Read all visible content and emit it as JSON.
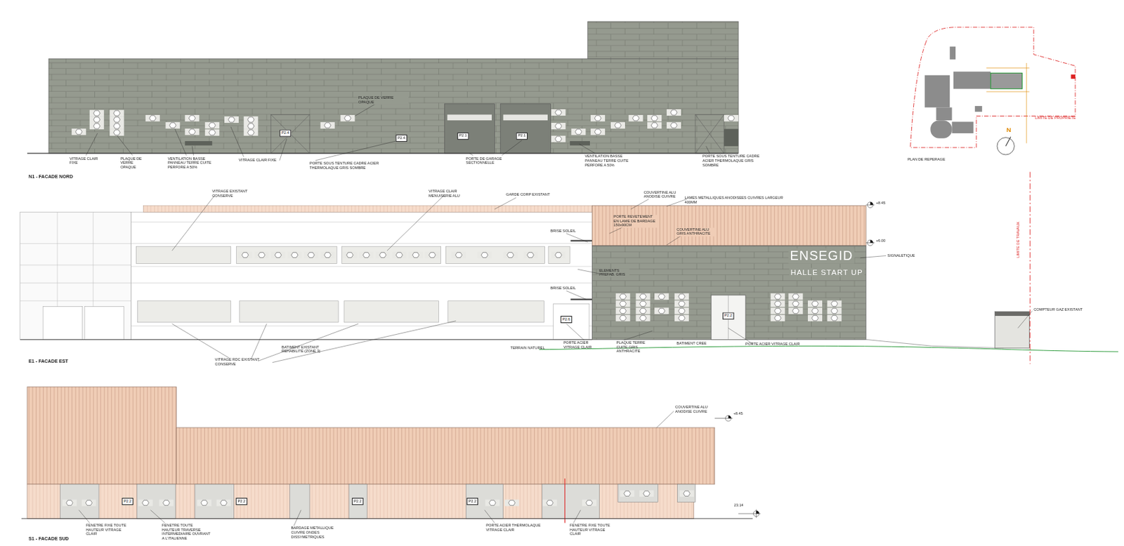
{
  "diagram": {
    "nodes": [
      {
        "text": [
          "P2.4"
        ]
      },
      {
        "text": [
          "P2.4"
        ]
      },
      {
        "text": [
          "P2.1"
        ]
      },
      {
        "text": [
          "P2.1"
        ]
      },
      {
        "text": [
          "P2.6"
        ]
      },
      {
        "text": [
          "P2.2"
        ]
      },
      {
        "text": [
          "P2.2"
        ]
      },
      {
        "text": [
          "P2.2"
        ]
      },
      {
        "text": [
          "P2.2"
        ]
      },
      {
        "text": [
          "P2.2"
        ]
      }
    ],
    "labels": [
      "VITRAGE CLAIR FIXE",
      "PLAQUE DE VERRE OPAQUE",
      "VENTILATION BASSE PANNEAU TERRE CUITE PERFORE A 50%",
      "VITRAGE CLAIR FIXE",
      "PORTE SOUS TENTURE CADRE ACIER THERMOLAQUE GRIS SOMBRE",
      "PLAQUE DE VERRE OPAQUE",
      "PORTE DE GARAGE SECTIONNELLE",
      "VENTILATION BASSE PANNEAU TERRE CUITE PERFORE A 50%",
      "PORTE SOUS TENTURE CADRE ACIER THERMOLAQUE GRIS SOMBRE",
      "N1 - FACADE NORD",
      "VITRAGE EXISTANT CONSERVE",
      "VITRAGE CLAIR MENUISERIE ALU",
      "GARDE CORP EXISTANT",
      "COUVERTINE ALU ANODISE CUIVRE",
      "LAMES METALLIQUES ANODISEES CUIVRES LARGEUR 400MM",
      "+8.45",
      "BRISE SOLEIL",
      "PORTE REVETEMENT EN LAME DE BARDAGE 150x90CM",
      "COUVERTINE ALU GRIS ANTHRACITE",
      "+6.00",
      "ENSEGID",
      "HALLE START UP",
      "SIGNALETIQUE",
      "ELEMENTS PREFAB. GRIS",
      "BRISE SOLEIL",
      "PORTE ACIER VITRAGE CLAIR",
      "PLAQUE TERRE CUITE GRIS ANTHRACITE",
      "BATIMENT CREE",
      "PORTE ACIER VITRAGE CLAIR",
      "BATIMENT EXISTANT REHABILITE (ZONE 3)",
      "TERRAIN NATUREL",
      "VITRAGE RDC EXISTANT CONSERVE",
      "COMPTEUR GAZ EXISTANT",
      "LIMITE DE TRAVAUX",
      "E1 - FACADE EST",
      "COUVERTINE ALU ANODISE CUIVRE",
      "+8.45",
      "FENETRE FIXE TOUTE HAUTEUR VITRAGE CLAIR",
      "FENETRE TOUTE HAUTEUR TRAVERSE INTERMEDIAIRE OUVRANT A L'ITALIENNE",
      "BARDAGE METALLIQUE CUIVRE ONDES DISSYMETRIQUES",
      "PORTE ACIER THERMOLAQUE VITRAGE CLAIR",
      "FENETRE FIXE TOUTE HAUTEUR VITRAGE CLAIR",
      "23.14",
      "S1 - FACADE SUD",
      "PLAN DE REPERAGE",
      "LIMITE DE PROPRIETE",
      "N"
    ]
  }
}
